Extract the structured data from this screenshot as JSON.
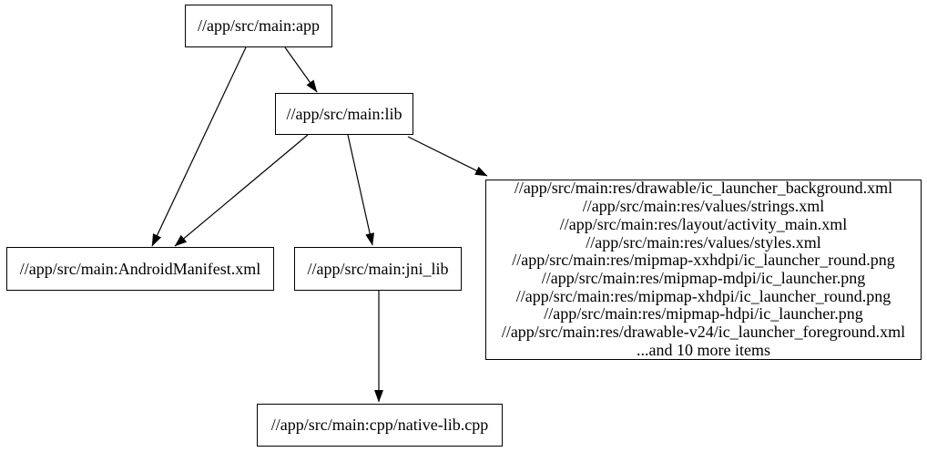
{
  "diagram_title": "build-dependency-graph",
  "nodes": {
    "app": {
      "label": "//app/src/main:app"
    },
    "lib": {
      "label": "//app/src/main:lib"
    },
    "manifest": {
      "label": "//app/src/main:AndroidManifest.xml"
    },
    "jni_lib": {
      "label": "//app/src/main:jni_lib"
    },
    "native_lib": {
      "label": "//app/src/main:cpp/native-lib.cpp"
    },
    "resources": {
      "lines": [
        "//app/src/main:res/drawable/ic_launcher_background.xml",
        "//app/src/main:res/values/strings.xml",
        "//app/src/main:res/layout/activity_main.xml",
        "//app/src/main:res/values/styles.xml",
        "//app/src/main:res/mipmap-xxhdpi/ic_launcher_round.png",
        "//app/src/main:res/mipmap-mdpi/ic_launcher.png",
        "//app/src/main:res/mipmap-xhdpi/ic_launcher_round.png",
        "//app/src/main:res/mipmap-hdpi/ic_launcher.png",
        "//app/src/main:res/drawable-v24/ic_launcher_foreground.xml",
        "...and 10 more items"
      ]
    }
  },
  "edges": [
    {
      "from": "app",
      "to": "manifest"
    },
    {
      "from": "app",
      "to": "lib"
    },
    {
      "from": "lib",
      "to": "manifest"
    },
    {
      "from": "lib",
      "to": "jni_lib"
    },
    {
      "from": "lib",
      "to": "resources"
    },
    {
      "from": "jni_lib",
      "to": "native_lib"
    }
  ],
  "colors": {
    "background": "#ffffff",
    "node_border": "#000000",
    "edge_stroke": "#000000",
    "text": "#000000"
  }
}
